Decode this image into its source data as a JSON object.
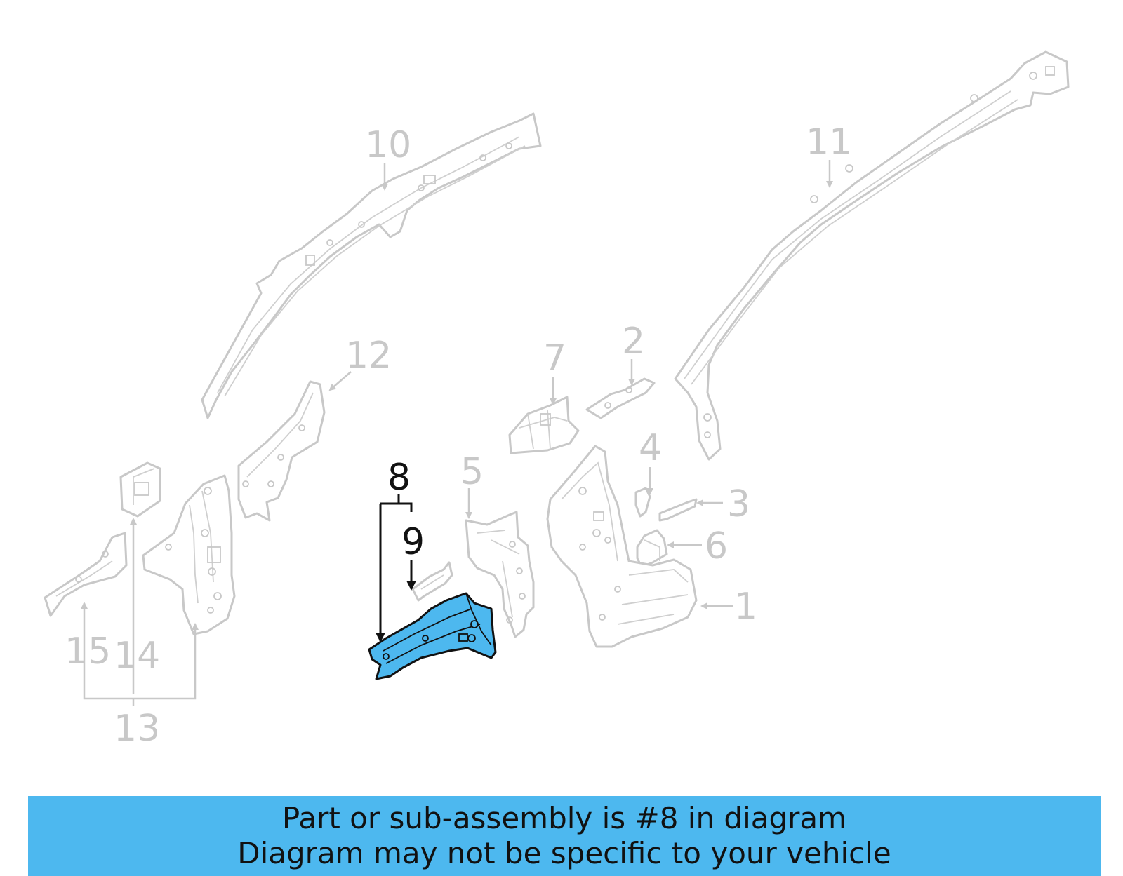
{
  "callouts": {
    "c1": "1",
    "c2": "2",
    "c3": "3",
    "c4": "4",
    "c5": "5",
    "c6": "6",
    "c7": "7",
    "c8": "8",
    "c9": "9",
    "c10": "10",
    "c11": "11",
    "c12": "12",
    "c13": "13",
    "c14": "14",
    "c15": "15"
  },
  "highlighted_part": "8",
  "colors": {
    "highlight": "#4db8ef",
    "inactive": "#c8c8c8",
    "active": "#111111"
  },
  "footer": {
    "line1": "Part or sub-assembly is #8 in diagram",
    "line2": "Diagram may not be specific to your vehicle"
  }
}
